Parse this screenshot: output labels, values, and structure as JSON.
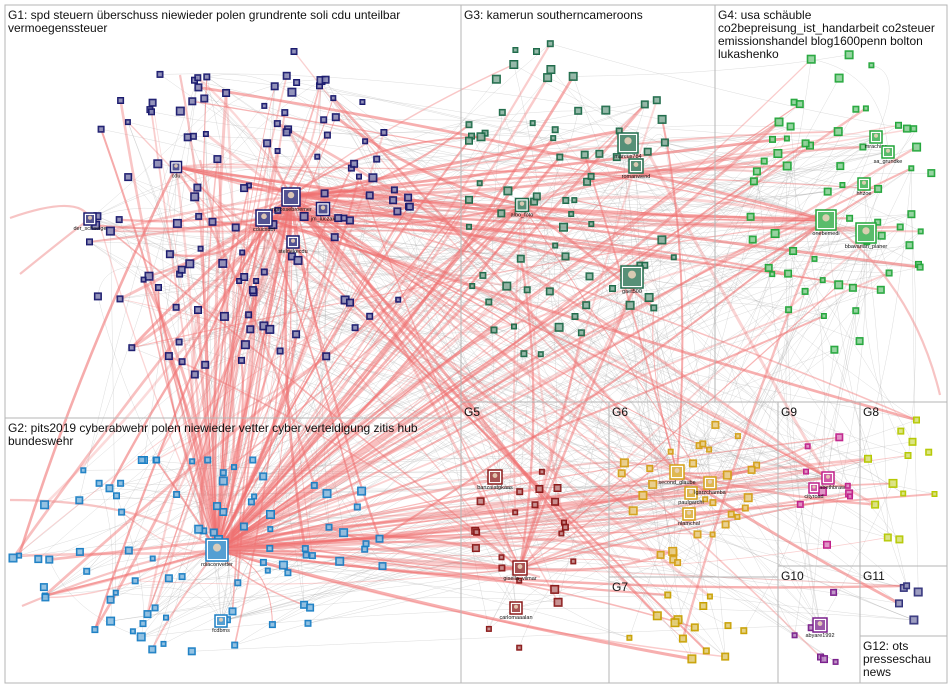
{
  "groups": [
    {
      "id": "G1",
      "lines": [
        "G1: spd steuern überschuss niewieder polen grundrente soli cdu unteilbar",
        "vermoegenssteuer"
      ],
      "color": "#1a1a6e"
    },
    {
      "id": "G2",
      "lines": [
        "G2: pits2019 cyberabwehr polen niewieder vetter cyber verteidigung zitis hub",
        "bundeswehr"
      ],
      "color": "#1b7fc4"
    },
    {
      "id": "G3",
      "lines": [
        "G3: kamerun southerncameroons"
      ],
      "color": "#1f6b4a"
    },
    {
      "id": "G4",
      "lines": [
        "G4: usa schäuble",
        "co2bepreisung_ist_handarbeit co2steuer",
        "emissionshandel blog1600penn bolton",
        "lukashenko"
      ],
      "color": "#22a63a"
    },
    {
      "id": "G5",
      "lines": [
        "G5"
      ],
      "color": "#8b1a1a"
    },
    {
      "id": "G6",
      "lines": [
        "G6"
      ],
      "color": "#d4a017"
    },
    {
      "id": "G7",
      "lines": [
        "G7"
      ],
      "color": "#c8a000"
    },
    {
      "id": "G8",
      "lines": [
        "G8"
      ],
      "color": "#b5c800"
    },
    {
      "id": "G9",
      "lines": [
        "G9"
      ],
      "color": "#c0208a"
    },
    {
      "id": "G10",
      "lines": [
        "G10"
      ],
      "color": "#7a1f8c"
    },
    {
      "id": "G11",
      "lines": [
        "G11"
      ],
      "color": "#30307a"
    },
    {
      "id": "G12",
      "lines": [
        "G12: ots",
        "presseschau",
        "news"
      ],
      "color": "#444444"
    }
  ],
  "nodes": [
    {
      "label": "mgrossebroemer",
      "group": "G1",
      "kind": "hub"
    },
    {
      "label": "cdu",
      "group": "G1",
      "kind": "hub"
    },
    {
      "label": "cducsubt",
      "group": "G1",
      "kind": "hub"
    },
    {
      "label": "jm_luczak",
      "group": "G1",
      "kind": "hub"
    },
    {
      "label": "stelnekecdu",
      "group": "G1",
      "kind": "hub"
    },
    {
      "label": "der_schaelge",
      "group": "G1",
      "kind": "hub"
    },
    {
      "label": "rdiaconvetter",
      "group": "G2",
      "kind": "hub"
    },
    {
      "label": "fcdbms",
      "group": "G2",
      "kind": "hub"
    },
    {
      "label": "marcus784",
      "group": "G3",
      "kind": "hub"
    },
    {
      "label": "romanwend",
      "group": "G3",
      "kind": "hub"
    },
    {
      "label": "albo_foto",
      "group": "G3",
      "kind": "hub"
    },
    {
      "label": "gaet500",
      "group": "G3",
      "kind": "hub"
    },
    {
      "label": "mrachiae",
      "group": "G4",
      "kind": "hub"
    },
    {
      "label": "sa_grundke",
      "group": "G4",
      "kind": "hub"
    },
    {
      "label": "hhzoe",
      "group": "G4",
      "kind": "hub"
    },
    {
      "label": "onebemedi",
      "group": "G4",
      "kind": "hub"
    },
    {
      "label": "bbavarian_planer",
      "group": "G4",
      "kind": "hub"
    },
    {
      "label": "banzaiatgkaas",
      "group": "G5",
      "kind": "hub"
    },
    {
      "label": "gisella_vilmar",
      "group": "G5",
      "kind": "hub"
    },
    {
      "label": "carlomaaalan",
      "group": "G5",
      "kind": "hub"
    },
    {
      "label": "second_glaube",
      "group": "G6",
      "kind": "hub"
    },
    {
      "label": "paulgarchi",
      "group": "G6",
      "kind": "hub"
    },
    {
      "label": "lgarzchamba",
      "group": "G6",
      "kind": "hub"
    },
    {
      "label": "nlamchal",
      "group": "G6",
      "kind": "hub"
    },
    {
      "label": "elisabethbraw",
      "group": "G9",
      "kind": "hub"
    },
    {
      "label": "cityroad",
      "group": "G9",
      "kind": "hub"
    },
    {
      "label": "abyare1992",
      "group": "G10",
      "kind": "hub"
    }
  ]
}
